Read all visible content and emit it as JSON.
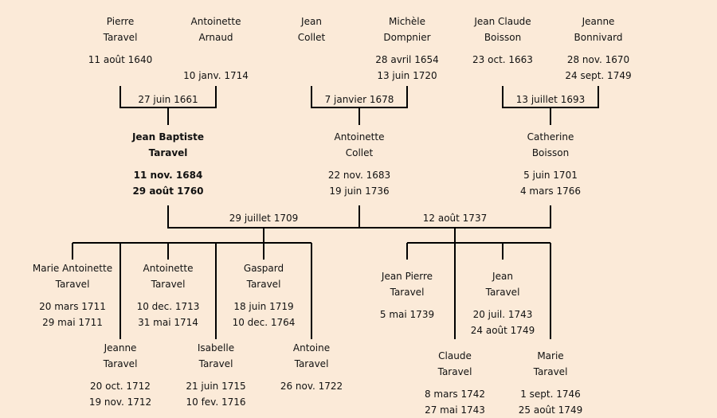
{
  "grandparents": [
    {
      "first": "Pierre",
      "last": "Taravel",
      "birth": "11 août 1640",
      "death": ""
    },
    {
      "first": "Antoinette",
      "last": "Arnaud",
      "birth": "",
      "death": "10 janv. 1714"
    },
    {
      "first": "Jean",
      "last": "Collet",
      "birth": "",
      "death": ""
    },
    {
      "first": "Michèle",
      "last": "Dompnier",
      "birth": "28 avril 1654",
      "death": "13 juin 1720"
    },
    {
      "first": "Jean Claude",
      "last": "Boisson",
      "birth": "23 oct. 1663",
      "death": ""
    },
    {
      "first": "Jeanne",
      "last": "Bonnivard",
      "birth": "28 nov. 1670",
      "death": "24 sept. 1749"
    }
  ],
  "grandparent_marriages": [
    "27 juin 1661",
    "7 janvier 1678",
    "13 juillet 1693"
  ],
  "parents": [
    {
      "first": "Jean Baptiste",
      "last": "Taravel",
      "birth": "11 nov. 1684",
      "death": "29 août 1760"
    },
    {
      "first": "Antoinette",
      "last": "Collet",
      "birth": "22 nov. 1683",
      "death": "19 juin 1736"
    },
    {
      "first": "Catherine",
      "last": "Boisson",
      "birth": "5 juin 1701",
      "death": "4 mars 1766"
    }
  ],
  "marriages": [
    "29 juillet 1709",
    "12 août 1737"
  ],
  "children_first": [
    {
      "first": "Marie Antoinette",
      "last": "Taravel",
      "birth": "20 mars 1711",
      "death": "29 mai 1711"
    },
    {
      "first": "Jeanne",
      "last": "Taravel",
      "birth": "20 oct. 1712",
      "death": "19 nov. 1712"
    },
    {
      "first": "Antoinette",
      "last": "Taravel",
      "birth": "10 dec. 1713",
      "death": "31 mai 1714"
    },
    {
      "first": "Isabelle",
      "last": "Taravel",
      "birth": "21 juin 1715",
      "death": "10 fev. 1716"
    },
    {
      "first": "Gaspard",
      "last": "Taravel",
      "birth": "18 juin 1719",
      "death": "10 dec. 1764"
    },
    {
      "first": "Antoine",
      "last": "Taravel",
      "birth": "26 nov. 1722",
      "death": ""
    }
  ],
  "children_second": [
    {
      "first": "Jean Pierre",
      "last": "Taravel",
      "birth": "5 mai 1739",
      "death": ""
    },
    {
      "first": "Claude",
      "last": "Taravel",
      "birth": "8 mars 1742",
      "death": "27 mai 1743"
    },
    {
      "first": "Jean",
      "last": "Taravel",
      "birth": "20 juil. 1743",
      "death": "24 août 1749"
    },
    {
      "first": "Marie",
      "last": "Taravel",
      "birth": "1 sept. 1746",
      "death": "25 août 1749"
    }
  ]
}
